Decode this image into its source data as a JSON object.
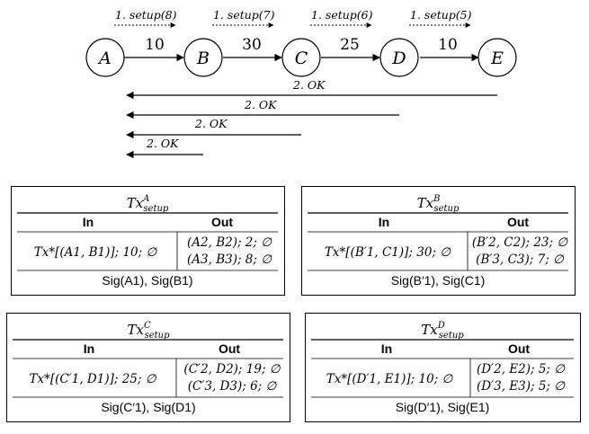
{
  "diagram": {
    "nodes": [
      {
        "id": "A",
        "label": "A"
      },
      {
        "id": "B",
        "label": "B"
      },
      {
        "id": "C",
        "label": "C"
      },
      {
        "id": "D",
        "label": "D"
      },
      {
        "id": "E",
        "label": "E"
      }
    ],
    "edges": [
      {
        "from": "A",
        "to": "B",
        "capacity": "10",
        "setup_label": "1. setup(8)"
      },
      {
        "from": "B",
        "to": "C",
        "capacity": "30",
        "setup_label": "1. setup(7)"
      },
      {
        "from": "C",
        "to": "D",
        "capacity": "25",
        "setup_label": "1. setup(6)"
      },
      {
        "from": "D",
        "to": "E",
        "capacity": "10",
        "setup_label": "1. setup(5)"
      }
    ],
    "ok_arrows": [
      {
        "label": "2. OK"
      },
      {
        "label": "2. OK"
      },
      {
        "label": "2. OK"
      },
      {
        "label": "2. OK"
      }
    ]
  },
  "tables": [
    {
      "tx_base": "Tx",
      "tx_sup": "A",
      "tx_sub": "setup",
      "in_header": "In",
      "out_header": "Out",
      "in_value": "Tx*[(A1, B1)]; 10; ∅",
      "out_values": [
        "(A2, B2); 2; ∅",
        "(A3, B3); 8; ∅"
      ],
      "sig": "Sig(A1), Sig(B1)"
    },
    {
      "tx_base": "Tx",
      "tx_sup": "B",
      "tx_sub": "setup",
      "in_header": "In",
      "out_header": "Out",
      "in_value": "Tx*[(B′1, C1)]; 30; ∅",
      "out_values": [
        "(B′2, C2); 23; ∅",
        "(B′3, C3); 7; ∅"
      ],
      "sig": "Sig(B′1), Sig(C1)"
    },
    {
      "tx_base": "Tx",
      "tx_sup": "C",
      "tx_sub": "setup",
      "in_header": "In",
      "out_header": "Out",
      "in_value": "Tx*[(C′1, D1)]; 25; ∅",
      "out_values": [
        "(C′2, D2); 19; ∅",
        "(C′3, D3); 6; ∅"
      ],
      "sig": "Sig(C′1), Sig(D1)"
    },
    {
      "tx_base": "Tx",
      "tx_sup": "D",
      "tx_sub": "setup",
      "in_header": "In",
      "out_header": "Out",
      "in_value": "Tx*[(D′1, E1)]; 10; ∅",
      "out_values": [
        "(D′2, E2); 5; ∅",
        "(D′3, E3); 5; ∅"
      ],
      "sig": "Sig(D′1), Sig(E1)"
    }
  ]
}
